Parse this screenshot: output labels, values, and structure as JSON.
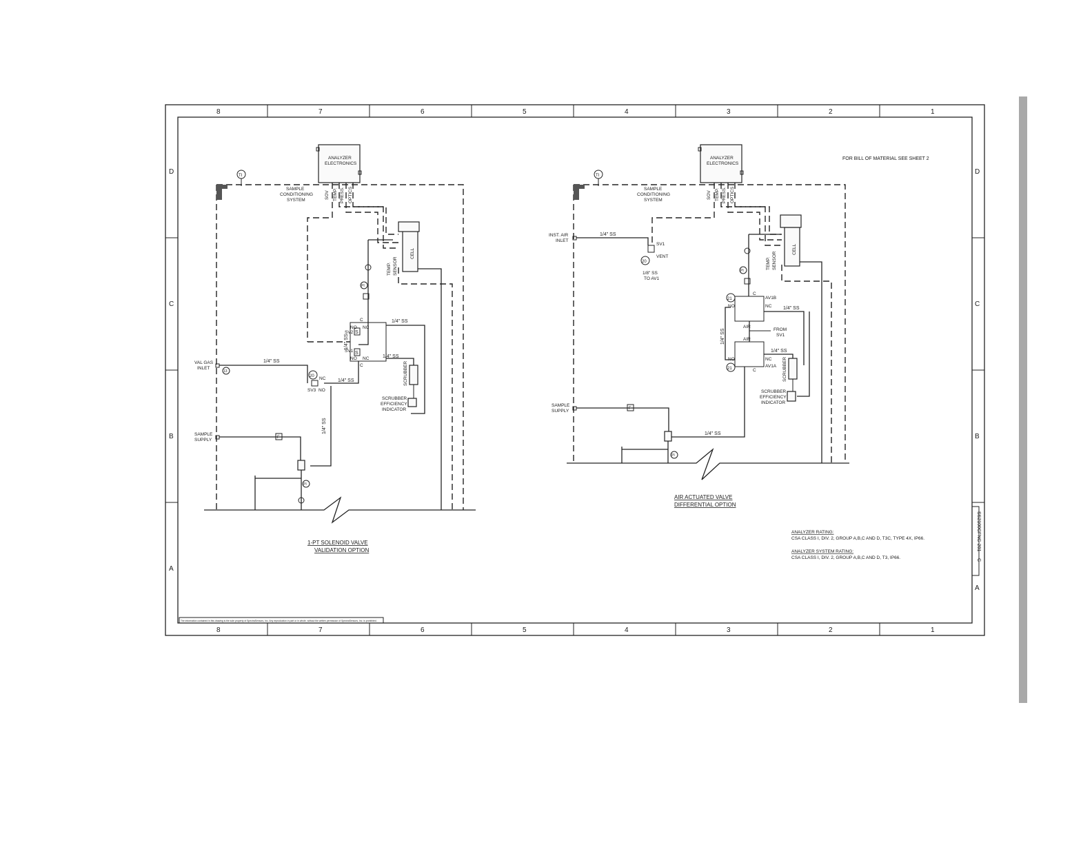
{
  "grid": {
    "columns": [
      "8",
      "7",
      "6",
      "5",
      "4",
      "3",
      "2",
      "1"
    ],
    "rows_left": [
      "D",
      "C",
      "B",
      "A"
    ],
    "rows_right": [
      "D",
      "C",
      "B",
      "A"
    ]
  },
  "notes": {
    "bill_of_material": "FOR BILL OF MATERIAL SEE SHEET 2",
    "proprietary": "The information contained in this drawing is the sole property of SpectraSensors, Inc. Any reproduction in part or in whole, without the written permission of SpectraSensors, Inc. is prohibited.",
    "drawing_number": "SS2100CFNC-201",
    "revision": "C"
  },
  "ratings": {
    "analyzer_title": "ANALYZER RATING:",
    "analyzer_text": "CSA CLASS I, DIV. 2, GROUP A,B,C AND D, T3C, TYPE 4X, IP66.",
    "system_title": "ANALYZER SYSTEM RATING:",
    "system_text": "CSA CLASS I, DIV. 2, GROUP A,B,C AND D, T3, IP66."
  },
  "left": {
    "caption_line1": "1-PT SOLENOID VALVE",
    "caption_line2": "VALIDATION OPTION",
    "electronics_line1": "ANALYZER",
    "electronics_line2": "ELECTRONICS",
    "conditioning_line1": "SAMPLE",
    "conditioning_line2": "CONDITIONING",
    "conditioning_line3": "SYSTEM",
    "wire_sov": "SOV",
    "wire_temp": "TEMP.",
    "wire_press": "PRESS.",
    "wire_optics": "OPTICS",
    "cell": "CELL",
    "temp_sensor_line1": "TEMP.",
    "temp_sensor_line2": "SENSOR",
    "val_gas_line1": "VAL GAS",
    "val_gas_line2": "INLET",
    "sample_supply_line1": "SAMPLE",
    "sample_supply_line2": "SUPPLY",
    "scrubber": "SCRUBBER",
    "sei_line1": "SCRUBBER",
    "sei_line2": "EFFICIENCY",
    "sei_line3": "INDICATOR",
    "sv1": "SV1",
    "sv2": "SV2",
    "sv3": "SV3",
    "no": "NO",
    "nc": "NC",
    "c": "C",
    "s": "S",
    "tube_a": "1/4\" SS",
    "tube_b": "1/4\" SS",
    "tube_c": "1/4\" SS",
    "tube_d": "1/4\" SS",
    "tube_e": "1/4\" SS",
    "tube_f": "1/4\" SS",
    "bubble_ti": "TI",
    "bubble_13": "13",
    "bubble_20": "20",
    "bubble_pi": "PI",
    "bubble_f": "F"
  },
  "right": {
    "caption_line1": "AIR ACTUATED VALVE",
    "caption_line2": "DIFFERENTIAL OPTION",
    "electronics_line1": "ANALYZER",
    "electronics_line2": "ELECTRONICS",
    "conditioning_line1": "SAMPLE",
    "conditioning_line2": "CONDITIONING",
    "conditioning_line3": "SYSTEM",
    "wire_sov": "SOV",
    "wire_temp": "TEMP.",
    "wire_press": "PRESS.",
    "wire_optics": "OPTICS",
    "cell": "CELL",
    "temp_sensor_line1": "TEMP.",
    "temp_sensor_line2": "SENSOR",
    "inst_air_line1": "INST. AIR",
    "inst_air_line2": "INLET",
    "tube_air": "1/4\" SS",
    "sv1": "SV1",
    "vent": "VENT",
    "eighth_line1": "1/8\" SS",
    "eighth_line2": "TO AV1",
    "av1b": "AV1B",
    "av1a": "AV1A",
    "air": "AIR",
    "from_sv1_line1": "FROM",
    "from_sv1_line2": "SV1",
    "no": "NO",
    "nc": "NC",
    "c": "C",
    "tube_a": "1/4\" SS",
    "tube_b": "1/4\" SS",
    "tube_c": "1/4\" SS",
    "tube_d": "1/4\" SS",
    "scrubber": "SCRUBBER",
    "sei_line1": "SCRUBBER",
    "sei_line2": "EFFICIENCY",
    "sei_line3": "INDICATOR",
    "sample_supply_line1": "SAMPLE",
    "sample_supply_line2": "SUPPLY",
    "bubble_ti": "TI",
    "bubble_20": "20",
    "bubble_21": "21",
    "bubble_pi": "PI",
    "bubble_f": "F"
  }
}
